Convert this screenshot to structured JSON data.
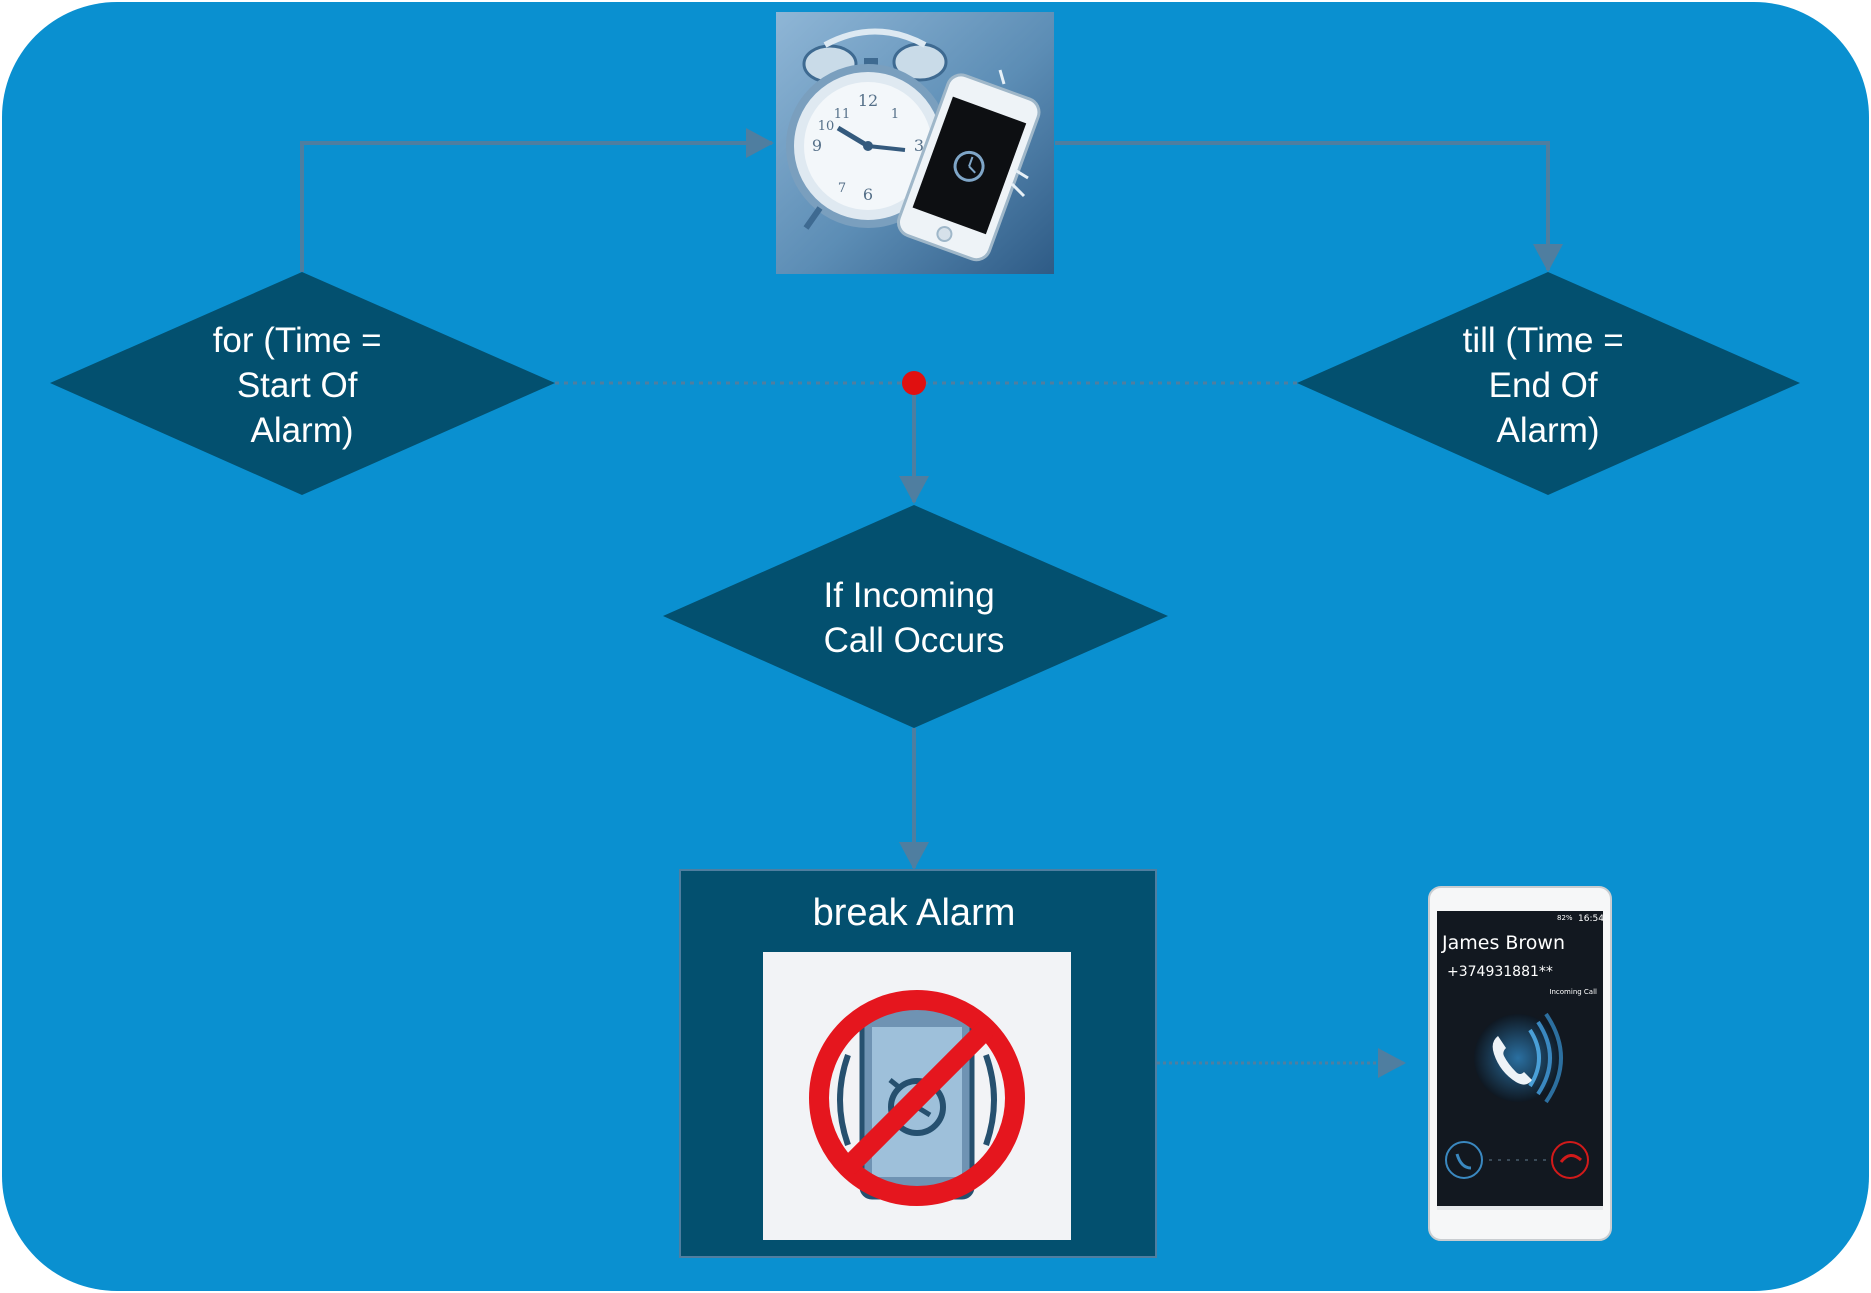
{
  "colors": {
    "background": "#0a90d0",
    "node_fill": "#03506f",
    "connector": "#4f7ea0",
    "junction_dot": "#e01010",
    "prohibition_red": "#e5161e",
    "text": "#ffffff"
  },
  "nodes": {
    "start_loop": {
      "shape": "diamond",
      "lines": [
        "for (Time =",
        "Start Of",
        "Alarm)"
      ]
    },
    "end_loop": {
      "shape": "diamond",
      "lines": [
        "till (Time =",
        "End Of",
        "Alarm)"
      ]
    },
    "incoming_call": {
      "shape": "diamond",
      "lines": [
        "If Incoming",
        "Call Occurs"
      ]
    },
    "break_box": {
      "shape": "rectangle",
      "title": "break Alarm",
      "icon": "no-alarm-icon"
    }
  },
  "images": {
    "alarm_clock_phone": {
      "icon": "alarm-clock-and-smartphone"
    },
    "incoming_call_phone": {
      "icon": "smartphone-incoming-call-screen",
      "caller_name": "James Brown",
      "caller_number": "+374931881**",
      "call_status": "Incoming Call",
      "status_time": "16:54",
      "battery": "82%"
    }
  },
  "connectors": [
    {
      "from": "start_loop",
      "to": "alarm_clock_phone",
      "style": "solid-arrow"
    },
    {
      "from": "alarm_clock_phone",
      "to": "end_loop",
      "style": "solid-arrow"
    },
    {
      "from": "start_loop",
      "to": "end_loop",
      "style": "dotted"
    },
    {
      "from": "junction",
      "to": "incoming_call",
      "style": "solid-arrow"
    },
    {
      "from": "incoming_call",
      "to": "break_box",
      "style": "solid-arrow"
    },
    {
      "from": "break_box",
      "to": "incoming_call_phone",
      "style": "dotted-arrow"
    }
  ]
}
